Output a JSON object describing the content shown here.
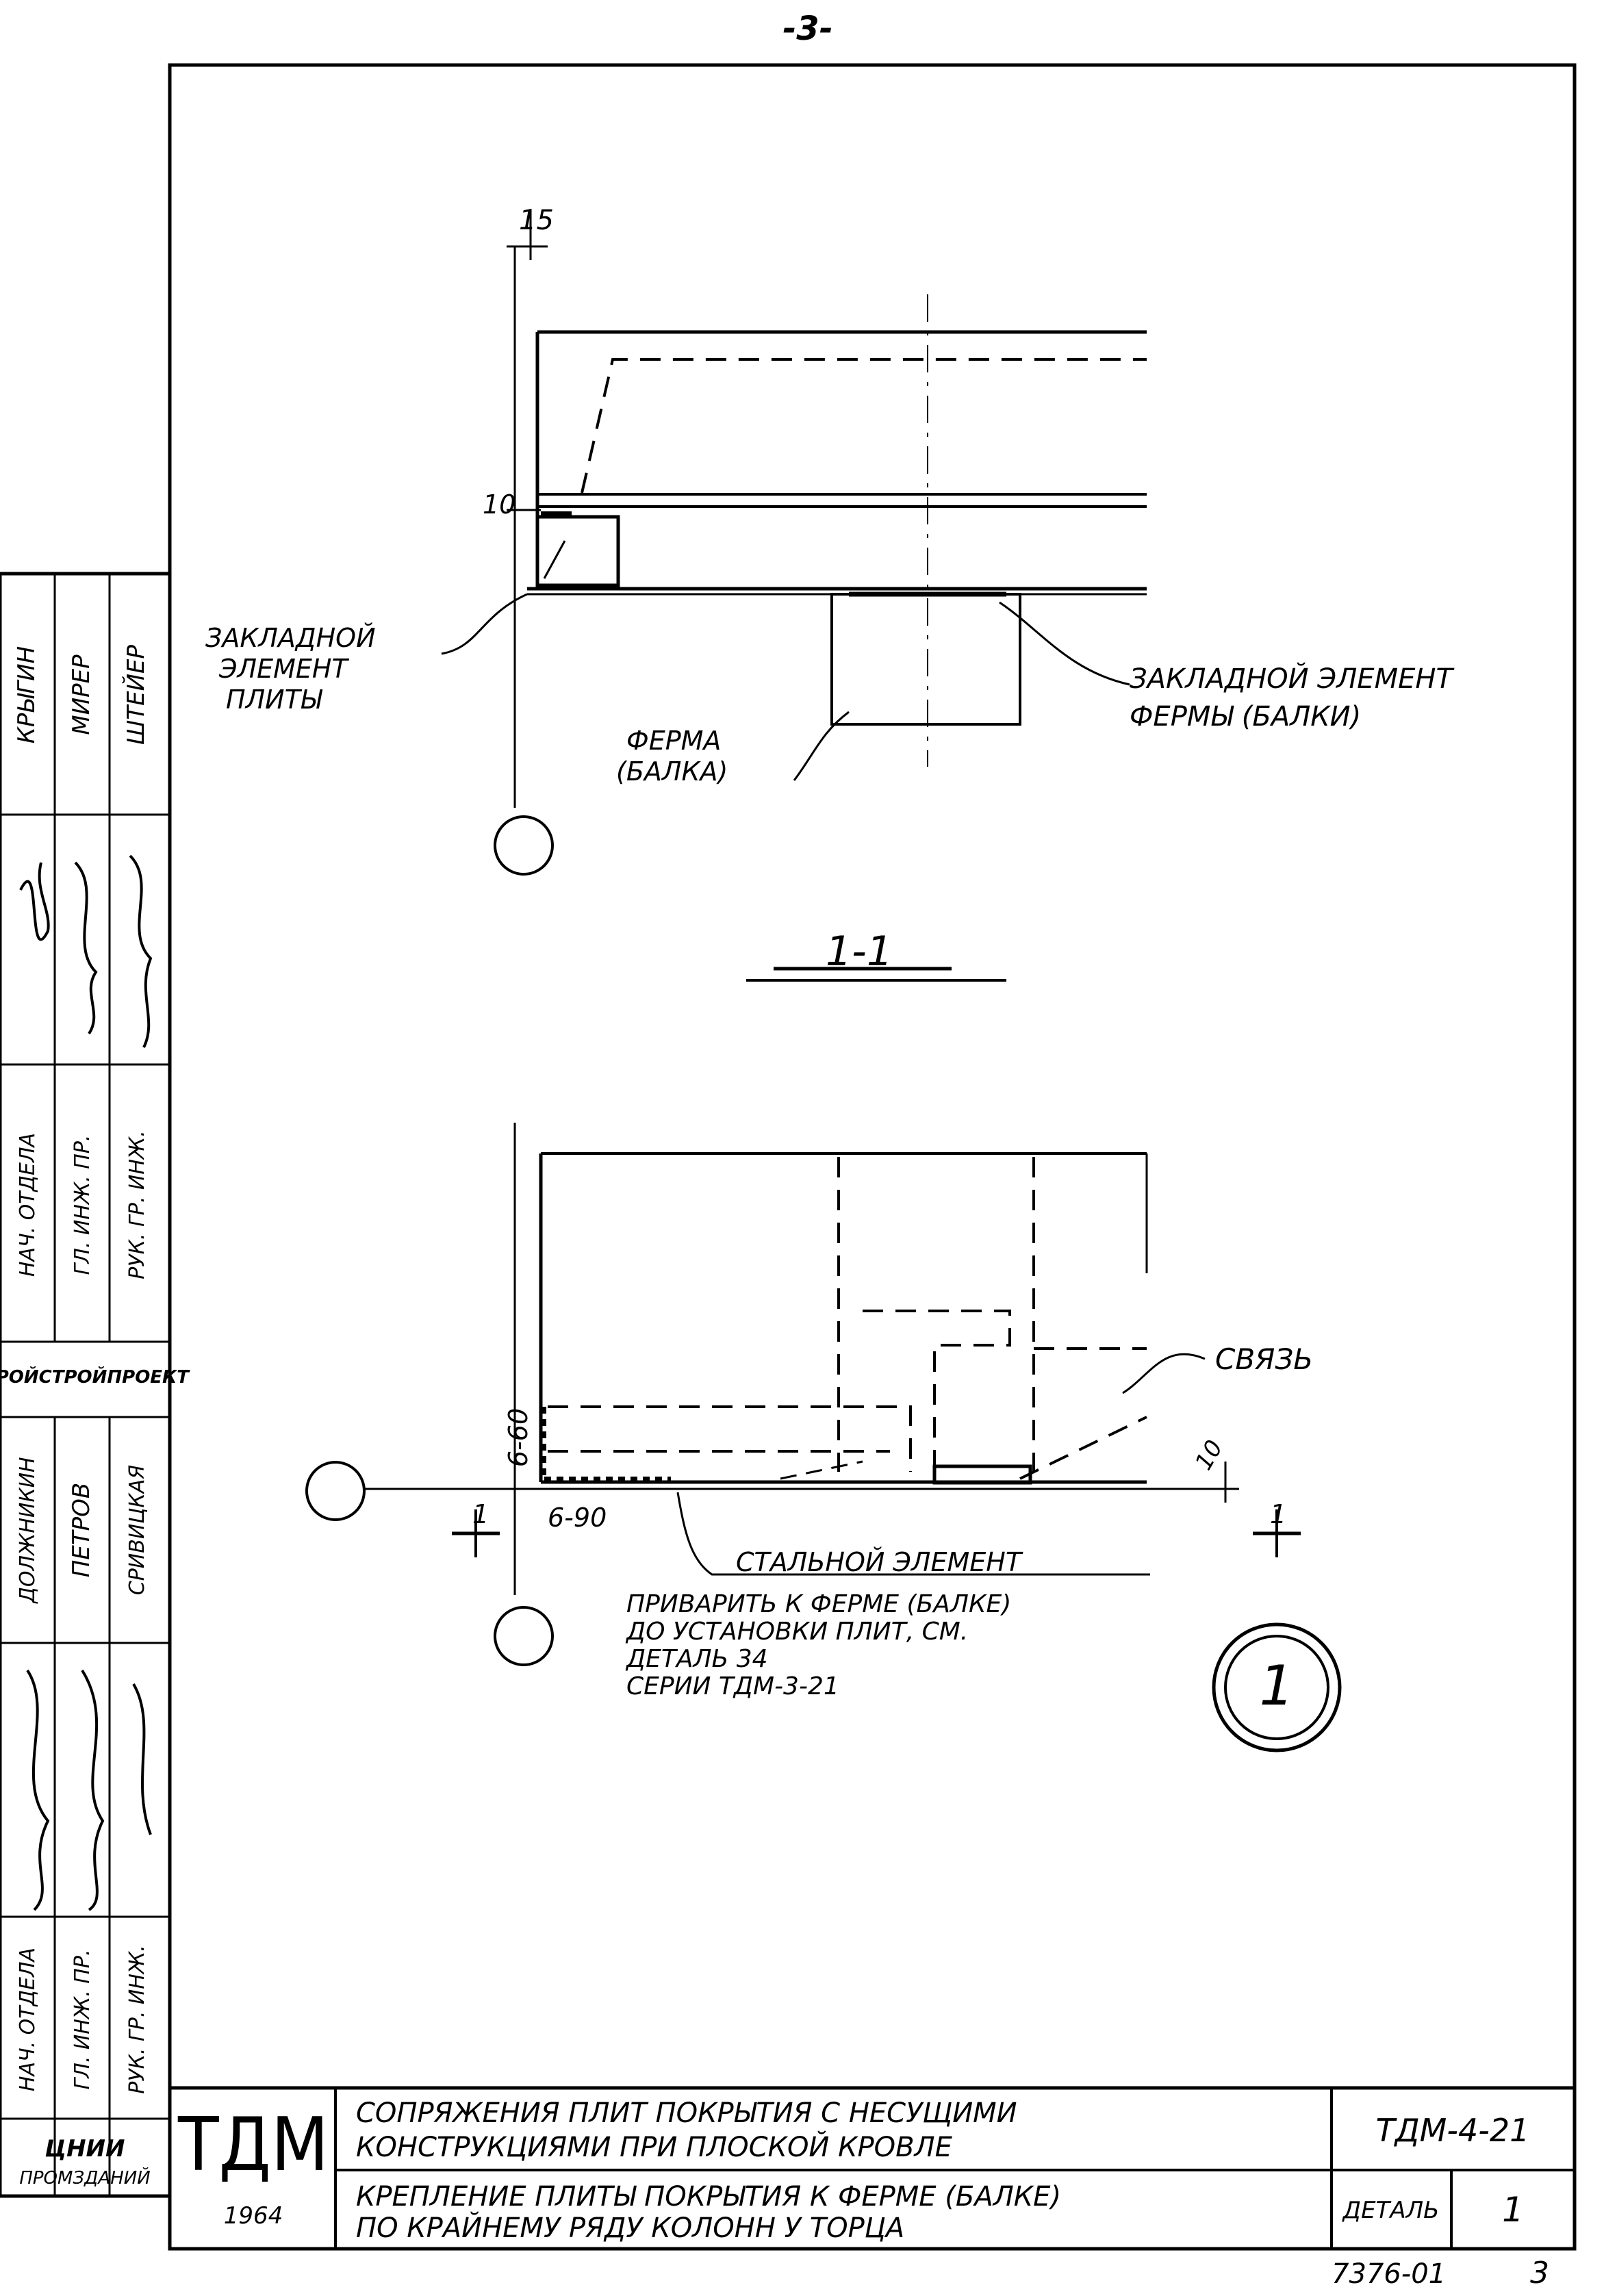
{
  "page_number": "-3-",
  "section_mark": "1-1",
  "detail_callout": "1",
  "top_view": {
    "dim_top": "15",
    "dim_side": "10",
    "label_plate_embed": [
      "ЗАКЛАДНОЙ",
      "ЭЛЕМЕНТ",
      "ПЛИТЫ"
    ],
    "label_truss_embed": [
      "ЗАКЛАДНОЙ ЭЛЕМЕНТ",
      "ФЕРМЫ (БАЛКИ)"
    ],
    "label_truss": [
      "ФЕРМА",
      "(БАЛКА)"
    ]
  },
  "bottom_view": {
    "weld_vertical": "6-60",
    "weld_horizontal": "6-90",
    "dim_right": "10",
    "section_marker": "1",
    "label_brace": "СВЯЗЬ",
    "label_steel": "СТАЛЬНОЙ ЭЛЕМЕНТ",
    "note": [
      "ПРИВАРИТЬ К ФЕРМЕ (БАЛКЕ)",
      "ДО УСТАНОВКИ ПЛИТ, СМ.",
      "ДЕТАЛЬ 34",
      "СЕРИИ ТДМ-3-21"
    ]
  },
  "side_stamp": {
    "org": "ПРОЙСТРОЙПРОЕКТ",
    "bottom_org": [
      "ЦНИИ",
      "ПРОМЗДАНИЙ"
    ],
    "upper_roles": [
      "НАЧ. ОТДЕЛА",
      "ГЛ. ИНЖ. ПР.",
      "РУК. ГР. ИНЖ."
    ],
    "upper_names": [
      "КРЫГИН",
      "МИРЕР",
      "ШТЕЙЕР"
    ],
    "lower_roles": [
      "НАЧ. ОТДЕЛА",
      "ГЛ. ИНЖ. ПР.",
      "РУК. ГР. ИНЖ."
    ],
    "lower_names": [
      "ДОЛЖНИКИН",
      "ПЕТРОВ",
      "СРИВИЦКАЯ"
    ]
  },
  "title_block": {
    "logo": "ТДМ",
    "year": "1964",
    "title": [
      "СОПРЯЖЕНИЯ ПЛИТ ПОКРЫТИЯ С НЕСУЩИМИ",
      "КОНСТРУКЦИЯМИ ПРИ ПЛОСКОЙ КРОВЛЕ"
    ],
    "subtitle": [
      "КРЕПЛЕНИЕ ПЛИТЫ ПОКРЫТИЯ К ФЕРМЕ (БАЛКЕ)",
      "ПО КРАЙНЕМУ РЯДУ КОЛОНН У ТОРЦА"
    ],
    "series": "ТДМ-4-21",
    "detail_label": "ДЕТАЛЬ",
    "detail_number": "1"
  },
  "footer": {
    "code": "7376-01",
    "sheet": "3"
  }
}
